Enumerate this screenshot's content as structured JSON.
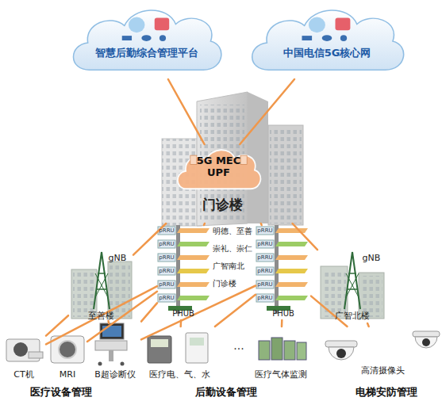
{
  "diagram": {
    "nodes": [
      {
        "text": [
          "智慧后勤综合管理平台"
        ]
      },
      {
        "text": [
          "中国电信5G核心网"
        ]
      },
      {
        "text": [
          "门诊楼"
        ]
      },
      {
        "text": [
          "5G MEC UPF"
        ],
        "in": 2
      },
      {
        "text": [
          "gNB",
          "至善楼"
        ]
      },
      {
        "text": [
          "gNB",
          "广智北楼"
        ]
      },
      {
        "text": [
          "PHUB"
        ]
      },
      {
        "text": [
          "PHUB"
        ]
      },
      {
        "text": [
          "CT机"
        ]
      },
      {
        "text": [
          "MRI"
        ]
      },
      {
        "text": [
          "B超诊断仪"
        ]
      },
      {
        "text": [
          "医疗电、气、水"
        ]
      },
      {
        "text": [
          "医疗气体监测"
        ]
      },
      {
        "text": [
          "高清摄像头"
        ]
      }
    ],
    "edges": [
      {
        "from": 3,
        "to": 0,
        "arrow": "none"
      },
      {
        "from": 3,
        "to": 1,
        "arrow": "none"
      },
      {
        "from": 2,
        "to": 4,
        "arrow": "none"
      },
      {
        "from": 2,
        "to": 6,
        "arrow": "none"
      },
      {
        "from": 2,
        "to": 7,
        "arrow": "none"
      },
      {
        "from": 2,
        "to": 5,
        "arrow": "none"
      },
      {
        "from": 4,
        "to": 8,
        "arrow": "none"
      },
      {
        "from": 4,
        "to": 10,
        "arrow": "none"
      },
      {
        "from": 6,
        "to": 8,
        "arrow": "none"
      },
      {
        "from": 6,
        "to": 9,
        "arrow": "none"
      },
      {
        "from": 6,
        "to": 10,
        "arrow": "none"
      },
      {
        "from": 6,
        "to": 11,
        "arrow": "none"
      },
      {
        "from": 7,
        "to": 10,
        "arrow": "none"
      },
      {
        "from": 7,
        "to": 11,
        "arrow": "none"
      },
      {
        "from": 7,
        "to": 12,
        "arrow": "none"
      },
      {
        "from": 7,
        "to": 13,
        "arrow": "none"
      },
      {
        "from": 5,
        "to": 13,
        "arrow": "none"
      }
    ],
    "labels": [
      "pRRU",
      "pRRU",
      "pRRU",
      "pRRU",
      "pRRU",
      "pRRU",
      "明德、至善",
      "崇礼、崇仁",
      "广智南北",
      "门诊楼",
      "pRRU",
      "pRRU",
      "pRRU",
      "pRRU",
      "pRRU",
      "pRRU",
      "...",
      "医疗设备管理",
      "后勤设备管理",
      "电梯安防管理"
    ]
  }
}
